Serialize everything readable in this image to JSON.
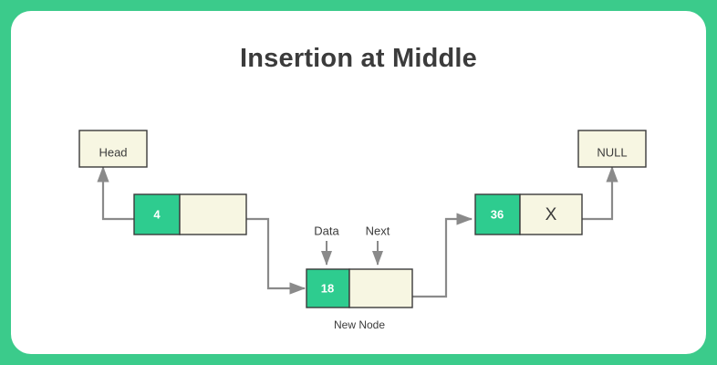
{
  "theme": {
    "frame_color": "#3BCB8B",
    "card_color": "#FFFFFF",
    "data_cell_color": "#2ECC8F",
    "next_cell_color": "#F7F6E2",
    "terminal_box_color": "#F7F6E2",
    "stroke_color": "#3b3b3b",
    "connector_color": "#8a8a8a",
    "text_color": "#3b3b3b"
  },
  "title": "Insertion at Middle",
  "terminals": {
    "head": "Head",
    "null": "NULL"
  },
  "annotations": {
    "data_label": "Data",
    "next_label": "Next",
    "new_node_caption": "New Node"
  },
  "nodes": [
    {
      "id": "node-1",
      "data": "4",
      "next": ""
    },
    {
      "id": "new-node",
      "data": "18",
      "next": ""
    },
    {
      "id": "node-3",
      "data": "36",
      "next": "X"
    }
  ]
}
